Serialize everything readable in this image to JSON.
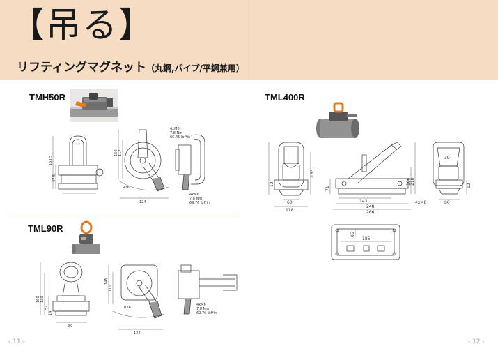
{
  "header": {
    "title": "【吊る】",
    "subtitle_main": "リフティングマグネット",
    "subtitle_paren": "（丸鋼,パイプ/平鋼兼用）"
  },
  "products": {
    "tmh50r": {
      "label": "TMH50R",
      "dims": {
        "front_total_height": "163.5",
        "front_base_height": "47.5",
        "side_height": "150",
        "side_inner": "117",
        "side_width": "124",
        "rail_spec": "4xM6\n7.8 Nm\n66.45 lbf*in",
        "side_spec": "4xM6\n7.8 Nm\n69.76 lbf*in",
        "angle": "R36"
      }
    },
    "tml90r": {
      "label": "TML90R",
      "dims": {
        "front_total_height": "160",
        "front_a": "130",
        "front_b": "57",
        "front_c": "14",
        "front_width": "80",
        "side_height": "145",
        "side_inner": "110",
        "side_width": "124",
        "side_spec": "4xM6\n7.8 Nm\n62.76 lbf*in",
        "angle": "R36"
      }
    },
    "tml400r": {
      "label": "TML400R",
      "dims": {
        "front_height": "183",
        "front_base": "12",
        "front_width_inner": "60",
        "front_width": "118",
        "side_height_a": "71",
        "side_height_b": "106",
        "side_height_c": "218",
        "side_len_a": "143",
        "side_len_b": "248",
        "side_len_c": "266",
        "end_top": "39",
        "end_base": "12",
        "end_width": "60",
        "end_screw": "4xM8",
        "bottom_a": "85",
        "bottom_b": "185"
      }
    }
  },
  "footer": {
    "left_page": "- 11 -",
    "right_page": "- 12 -"
  }
}
